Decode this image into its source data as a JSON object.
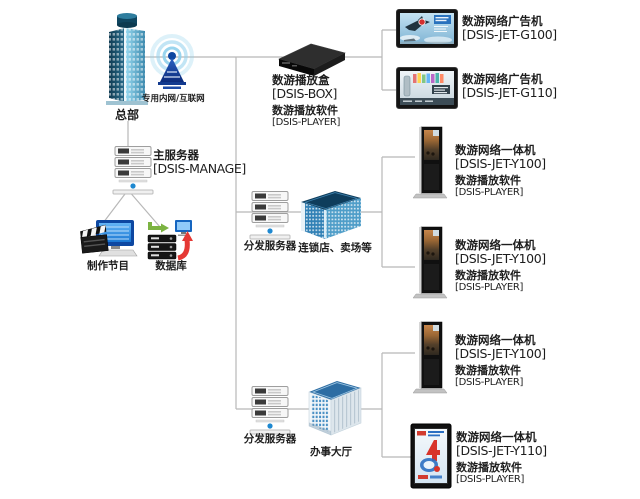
{
  "palette": {
    "line": "#b8b8b8",
    "text": "#1d1d1d",
    "accent_blue": "#2a7fb8",
    "accent_red": "#d8342a",
    "accent_green": "#7cb342"
  },
  "nodes": {
    "hq": {
      "label": "总部"
    },
    "network": {
      "label": "专用内网/互联网"
    },
    "main_server": {
      "name": "主服务器",
      "model": "[DSIS-MANAGE]"
    },
    "production": {
      "label": "制作节目"
    },
    "database": {
      "label": "数据库"
    },
    "player_box": {
      "name": "数游播放盒",
      "model": "[DSIS-BOX]",
      "software": "数游播放软件",
      "software_model": "[DSIS-PLAYER]"
    },
    "ad_g100": {
      "name": "数游网络广告机",
      "model": "[DSIS-JET-G100]"
    },
    "ad_g110": {
      "name": "数游网络广告机",
      "model": "[DSIS-JET-G110]"
    },
    "dist_server_1": {
      "label": "分发服务器"
    },
    "store": {
      "label": "连锁店、卖场等"
    },
    "kiosk_1": {
      "name": "数游网络一体机",
      "model": "[DSIS-JET-Y100]",
      "software": "数游播放软件",
      "software_model": "[DSIS-PLAYER]"
    },
    "kiosk_2": {
      "name": "数游网络一体机",
      "model": "[DSIS-JET-Y100]",
      "software": "数游播放软件",
      "software_model": "[DSIS-PLAYER]"
    },
    "dist_server_2": {
      "label": "分发服务器"
    },
    "hall": {
      "label": "办事大厅"
    },
    "kiosk_3": {
      "name": "数游网络一体机",
      "model": "[DSIS-JET-Y100]",
      "software": "数游播放软件",
      "software_model": "[DSIS-PLAYER]"
    },
    "poster_y110": {
      "name": "数游网络一体机",
      "model": "[DSIS-JET-Y110]",
      "software": "数游播放软件",
      "software_model": "[DSIS-PLAYER]"
    }
  }
}
